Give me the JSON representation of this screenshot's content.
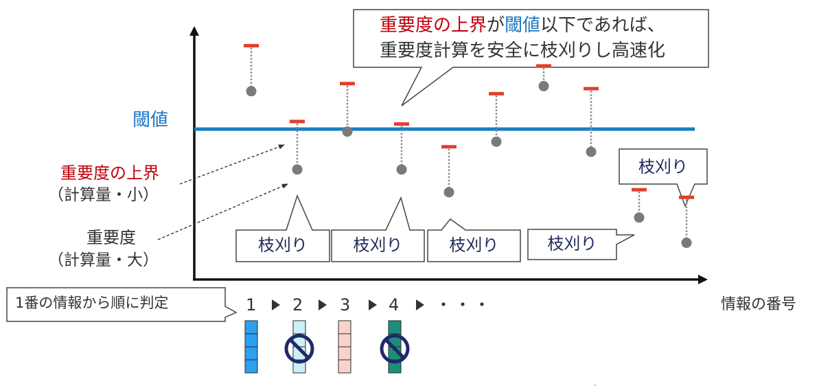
{
  "callout_top": {
    "line1": [
      {
        "text": "重要度の上界",
        "color": "#c0000b"
      },
      {
        "text": "が",
        "color": "#333333"
      },
      {
        "text": "閾値",
        "color": "#1f77c4"
      },
      {
        "text": "以下であれば、",
        "color": "#333333"
      }
    ],
    "line2": "重要度計算を安全に枝刈りし高速化"
  },
  "threshold_label": "閾値",
  "upper_bound_label": {
    "title": "重要度の上界",
    "sub": "（計算量・小）"
  },
  "importance_label": {
    "title": "重要度",
    "sub": "（計算量・大）"
  },
  "prune_label": "枝刈り",
  "order_label": "1番の情報から順に判定",
  "info_numbers": [
    "1",
    "2",
    "3",
    "4"
  ],
  "ellipsis": "・・・",
  "x_axis_label": "情報の番号",
  "colors": {
    "threshold": "#1a7ec2",
    "upper_bound_marker": "#e0412b",
    "importance_dot": "#7a7a7a",
    "text_red": "#c0000b",
    "text_blue": "#1f77c4",
    "prune_text": "#1f2a5a",
    "forbid": "#1f2a6a"
  },
  "chart_data": {
    "type": "scatter",
    "title": "",
    "xlabel": "情報の番号",
    "ylabel": "",
    "threshold": 6.0,
    "ylim": [
      0,
      10
    ],
    "points": [
      {
        "x": 1,
        "upper": 8.6,
        "importance": 6.8,
        "pruned": false
      },
      {
        "x": 2,
        "upper": 5.6,
        "importance": 3.7,
        "pruned": true
      },
      {
        "x": 3,
        "upper": 7.1,
        "importance": 5.2,
        "pruned": false
      },
      {
        "x": 4,
        "upper": 5.5,
        "importance": 3.7,
        "pruned": true
      },
      {
        "x": 5,
        "upper": 4.6,
        "importance": 2.8,
        "pruned": true
      },
      {
        "x": 6,
        "upper": 6.7,
        "importance": 4.8,
        "pruned": false
      },
      {
        "x": 7,
        "upper": 7.8,
        "importance": 7.0,
        "pruned": false
      },
      {
        "x": 8,
        "upper": 6.9,
        "importance": 4.4,
        "pruned": false
      },
      {
        "x": 9,
        "upper": 2.9,
        "importance": 1.8,
        "pruned": true
      },
      {
        "x": 10,
        "upper": 2.6,
        "importance": 0.8,
        "pruned": true
      }
    ]
  },
  "info_blocks": [
    {
      "color": "#2f9ff0",
      "forbidden": false
    },
    {
      "color": "#cdeff6",
      "forbidden": true
    },
    {
      "color": "#f8d3cc",
      "forbidden": false
    },
    {
      "color": "#1c8f7a",
      "forbidden": true
    }
  ]
}
